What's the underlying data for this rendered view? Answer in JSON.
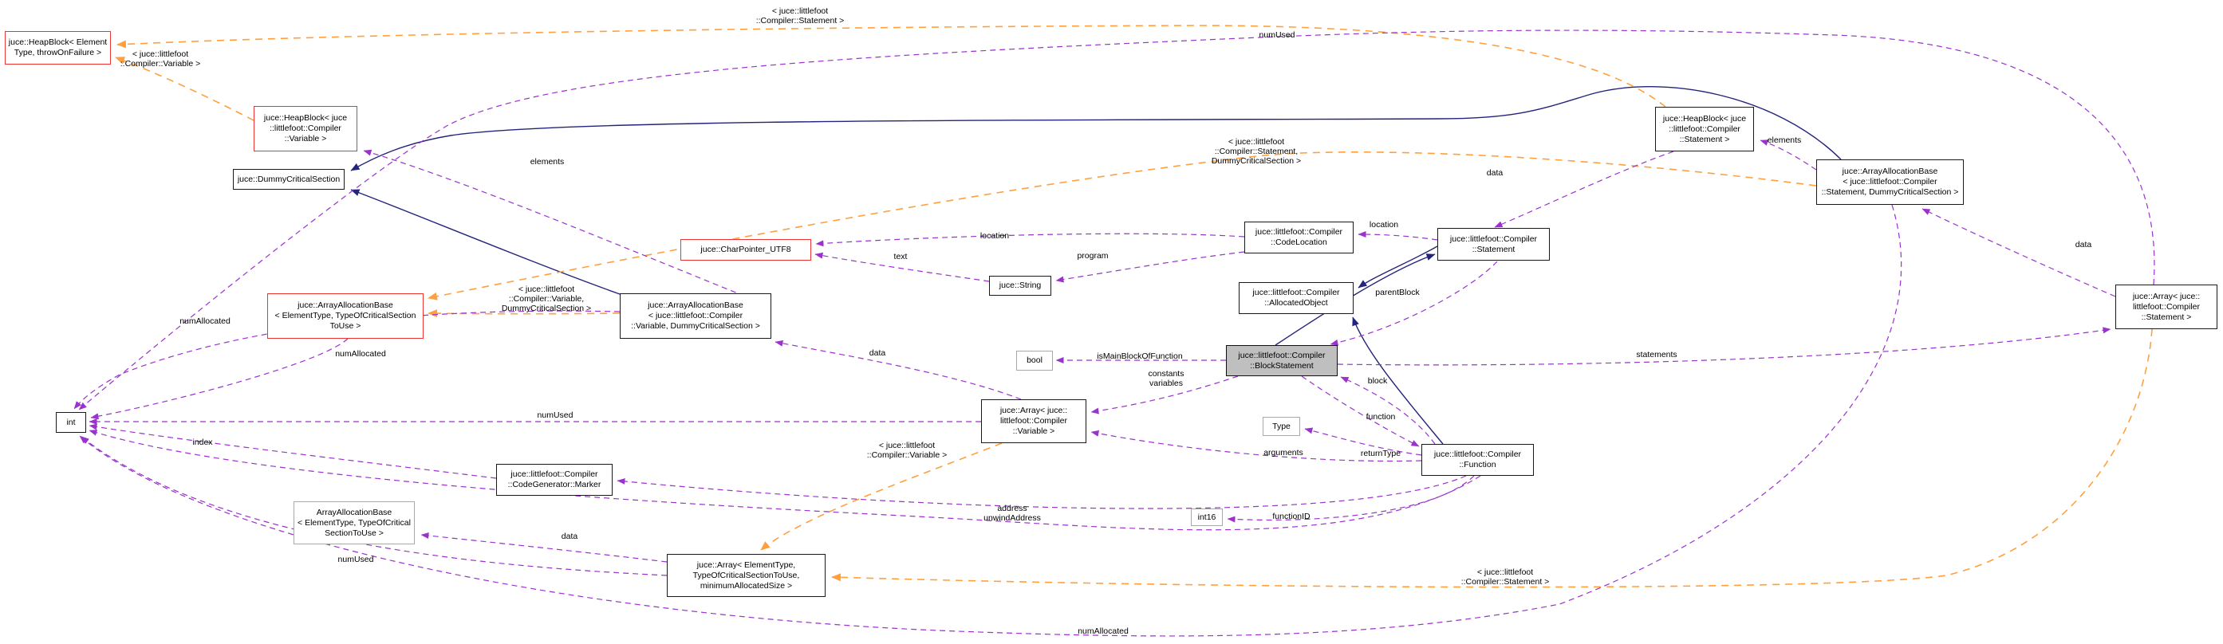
{
  "diagram": {
    "title": "Collaboration graph for juce::littlefoot::Compiler::BlockStatement",
    "nodes": [
      {
        "id": "hb_element",
        "label": "juce::HeapBlock< Element\nType, throwOnFailure >",
        "style": "red"
      },
      {
        "id": "hb_variable",
        "label": "juce::HeapBlock< juce\n::littlefoot::Compiler\n::Variable >",
        "style": "red"
      },
      {
        "id": "dummycs",
        "label": "juce::DummyCriticalSection",
        "style": "plain"
      },
      {
        "id": "aab_red",
        "label": "juce::ArrayAllocationBase\n< ElementType, TypeOfCriticalSection\nToUse >",
        "style": "red"
      },
      {
        "id": "aab_variable",
        "label": "juce::ArrayAllocationBase\n< juce::littlefoot::Compiler\n::Variable, DummyCriticalSection >",
        "style": "plain"
      },
      {
        "id": "charpointer",
        "label": "juce::CharPointer_UTF8",
        "style": "red"
      },
      {
        "id": "string",
        "label": "juce::String",
        "style": "plain"
      },
      {
        "id": "codelocation",
        "label": "juce::littlefoot::Compiler\n::CodeLocation",
        "style": "plain"
      },
      {
        "id": "allocatedobject",
        "label": "juce::littlefoot::Compiler\n::AllocatedObject",
        "style": "plain"
      },
      {
        "id": "statement",
        "label": "juce::littlefoot::Compiler\n::Statement",
        "style": "plain"
      },
      {
        "id": "blockstatement",
        "label": "juce::littlefoot::Compiler\n::BlockStatement",
        "style": "subject"
      },
      {
        "id": "bool_box",
        "label": "bool",
        "style": "muted"
      },
      {
        "id": "array_variable",
        "label": "juce::Array< juce::\nlittlefoot::Compiler\n::Variable >",
        "style": "plain"
      },
      {
        "id": "type_box",
        "label": "Type",
        "style": "muted"
      },
      {
        "id": "function",
        "label": "juce::littlefoot::Compiler\n::Function",
        "style": "plain"
      },
      {
        "id": "int16_box",
        "label": "int16",
        "style": "muted"
      },
      {
        "id": "int_box",
        "label": "int",
        "style": "plain"
      },
      {
        "id": "marker",
        "label": "juce::littlefoot::Compiler\n::CodeGenerator::Marker",
        "style": "plain"
      },
      {
        "id": "aab_gray",
        "label": "ArrayAllocationBase\n< ElementType, TypeOfCritical\nSectionToUse >",
        "style": "muted"
      },
      {
        "id": "array_elementtype",
        "label": "juce::Array< ElementType,\nTypeOfCriticalSectionToUse,\nminimumAllocatedSize >",
        "style": "plain"
      },
      {
        "id": "hb_statement",
        "label": "juce::HeapBlock< juce\n::littlefoot::Compiler\n::Statement >",
        "style": "plain"
      },
      {
        "id": "aab_statement",
        "label": "juce::ArrayAllocationBase\n< juce::littlefoot::Compiler\n::Statement, DummyCriticalSection >",
        "style": "plain"
      },
      {
        "id": "array_statement",
        "label": "juce::Array< juce::\nlittlefoot::Compiler\n::Statement >",
        "style": "plain"
      }
    ],
    "edge_labels": [
      {
        "id": "tpl_statement_top",
        "text": "< juce::littlefoot\n::Compiler::Statement >"
      },
      {
        "id": "numUsed_top",
        "text": "numUsed"
      },
      {
        "id": "tpl_variable_topleft",
        "text": "< juce::littlefoot\n::Compiler::Variable >"
      },
      {
        "id": "elements_left",
        "text": "elements"
      },
      {
        "id": "tpl_statement_dummy",
        "text": "< juce::littlefoot\n::Compiler::Statement,\nDummyCriticalSection >"
      },
      {
        "id": "data_hbstmt",
        "text": "data"
      },
      {
        "id": "elements_right",
        "text": "elements"
      },
      {
        "id": "data_right",
        "text": "data"
      },
      {
        "id": "numAllocated_left",
        "text": "numAllocated"
      },
      {
        "id": "tpl_variable_dummy",
        "text": "< juce::littlefoot\n::Compiler::Variable,\nDummyCriticalSection >"
      },
      {
        "id": "location_left",
        "text": "location"
      },
      {
        "id": "text_lbl",
        "text": "text"
      },
      {
        "id": "program",
        "text": "program"
      },
      {
        "id": "location_right",
        "text": "location"
      },
      {
        "id": "parentBlock",
        "text": "parentBlock"
      },
      {
        "id": "numAllocated_2",
        "text": "numAllocated"
      },
      {
        "id": "isMainBlockOfFunction",
        "text": "isMainBlockOfFunction"
      },
      {
        "id": "constants_variables",
        "text": "constants\nvariables"
      },
      {
        "id": "index_lbl",
        "text": "index"
      },
      {
        "id": "numUsed_mid",
        "text": "numUsed"
      },
      {
        "id": "data_mid",
        "text": "data"
      },
      {
        "id": "tpl_variable_mid",
        "text": "< juce::littlefoot\n::Compiler::Variable >"
      },
      {
        "id": "block_lbl",
        "text": "block"
      },
      {
        "id": "function_lbl",
        "text": "function"
      },
      {
        "id": "arguments",
        "text": "arguments"
      },
      {
        "id": "returnType",
        "text": "returnType"
      },
      {
        "id": "address_unwind",
        "text": "address\nunwindAddress"
      },
      {
        "id": "functionID",
        "text": "functionID"
      },
      {
        "id": "data_bottom",
        "text": "data"
      },
      {
        "id": "numUsed_bottom",
        "text": "numUsed"
      },
      {
        "id": "tpl_statement_bottom",
        "text": "< juce::littlefoot\n::Compiler::Statement >"
      },
      {
        "id": "numAllocated_bottom",
        "text": "numAllocated"
      },
      {
        "id": "statements",
        "text": "statements"
      }
    ]
  }
}
